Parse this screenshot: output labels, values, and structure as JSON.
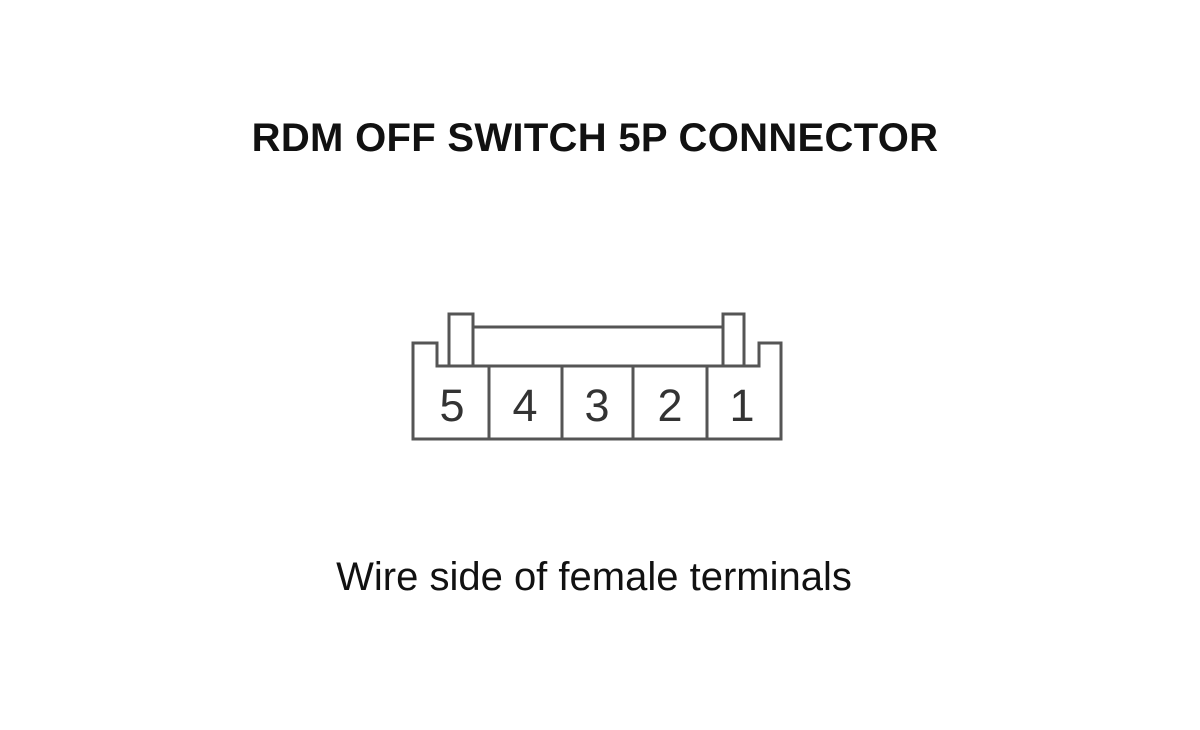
{
  "diagram": {
    "title": "RDM OFF SWITCH 5P CONNECTOR",
    "caption": "Wire side of female terminals",
    "line_color": "#555555",
    "terminals": [
      {
        "label": "5"
      },
      {
        "label": "4"
      },
      {
        "label": "3"
      },
      {
        "label": "2"
      },
      {
        "label": "1"
      }
    ]
  }
}
